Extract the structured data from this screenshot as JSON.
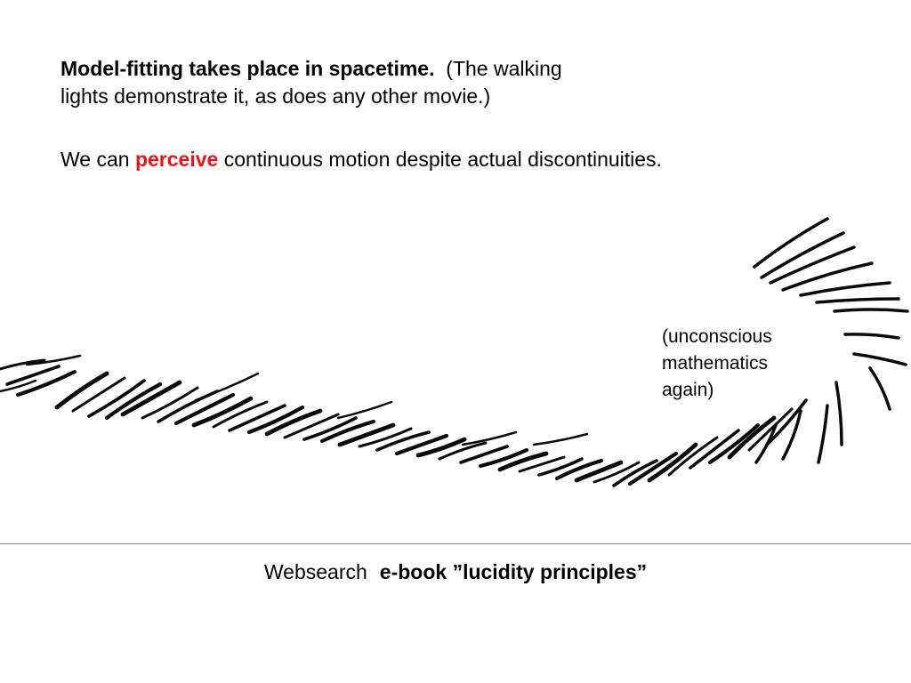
{
  "heading": {
    "bold_lead": "Model-fitting takes place in spacetime.",
    "rest_line1": "(The walking",
    "rest_line2": "lights demonstrate it, as does any other movie.)"
  },
  "perception": {
    "before": "We can ",
    "emphasis": "perceive",
    "after": " continuous motion despite actual discontinuities."
  },
  "annotation": {
    "lines": [
      "(unconscious",
      "mathematics",
      "again)"
    ]
  },
  "footer": {
    "prefix": "Websearch",
    "title": "e-book ”lucidity principles”"
  },
  "colors": {
    "emphasis": "#e8141b",
    "ink": "#0a0a0a",
    "divider": "#8a8a8a"
  },
  "illustration": {
    "name": "hand-drawn-motion-strokes-icon"
  }
}
